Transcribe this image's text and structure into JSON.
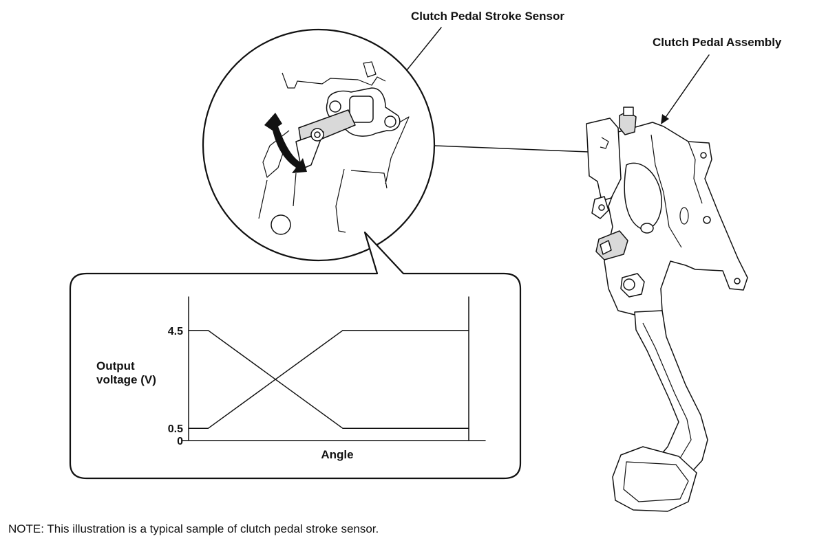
{
  "labels": {
    "sensor": "Clutch Pedal Stroke Sensor",
    "assembly": "Clutch Pedal Assembly"
  },
  "note": "NOTE: This illustration is a typical sample of clutch pedal stroke sensor.",
  "chart_data": {
    "type": "line",
    "xlabel": "Angle",
    "ylabel_line1": "Output",
    "ylabel_line2": "voltage (V)",
    "ytick_labels": [
      "4.5",
      "0.5",
      "0"
    ],
    "yticks": [
      4.5,
      0.5,
      0
    ],
    "ylim": [
      0,
      5.9
    ],
    "xlim": [
      0,
      100
    ],
    "series": [
      {
        "x": [
          0,
          7,
          55,
          100
        ],
        "y": [
          4.5,
          4.5,
          0.5,
          0.5
        ]
      },
      {
        "x": [
          0,
          7,
          55,
          100
        ],
        "y": [
          0.5,
          0.5,
          4.5,
          4.5
        ]
      }
    ],
    "colors": [
      "#111111",
      "#111111"
    ]
  }
}
